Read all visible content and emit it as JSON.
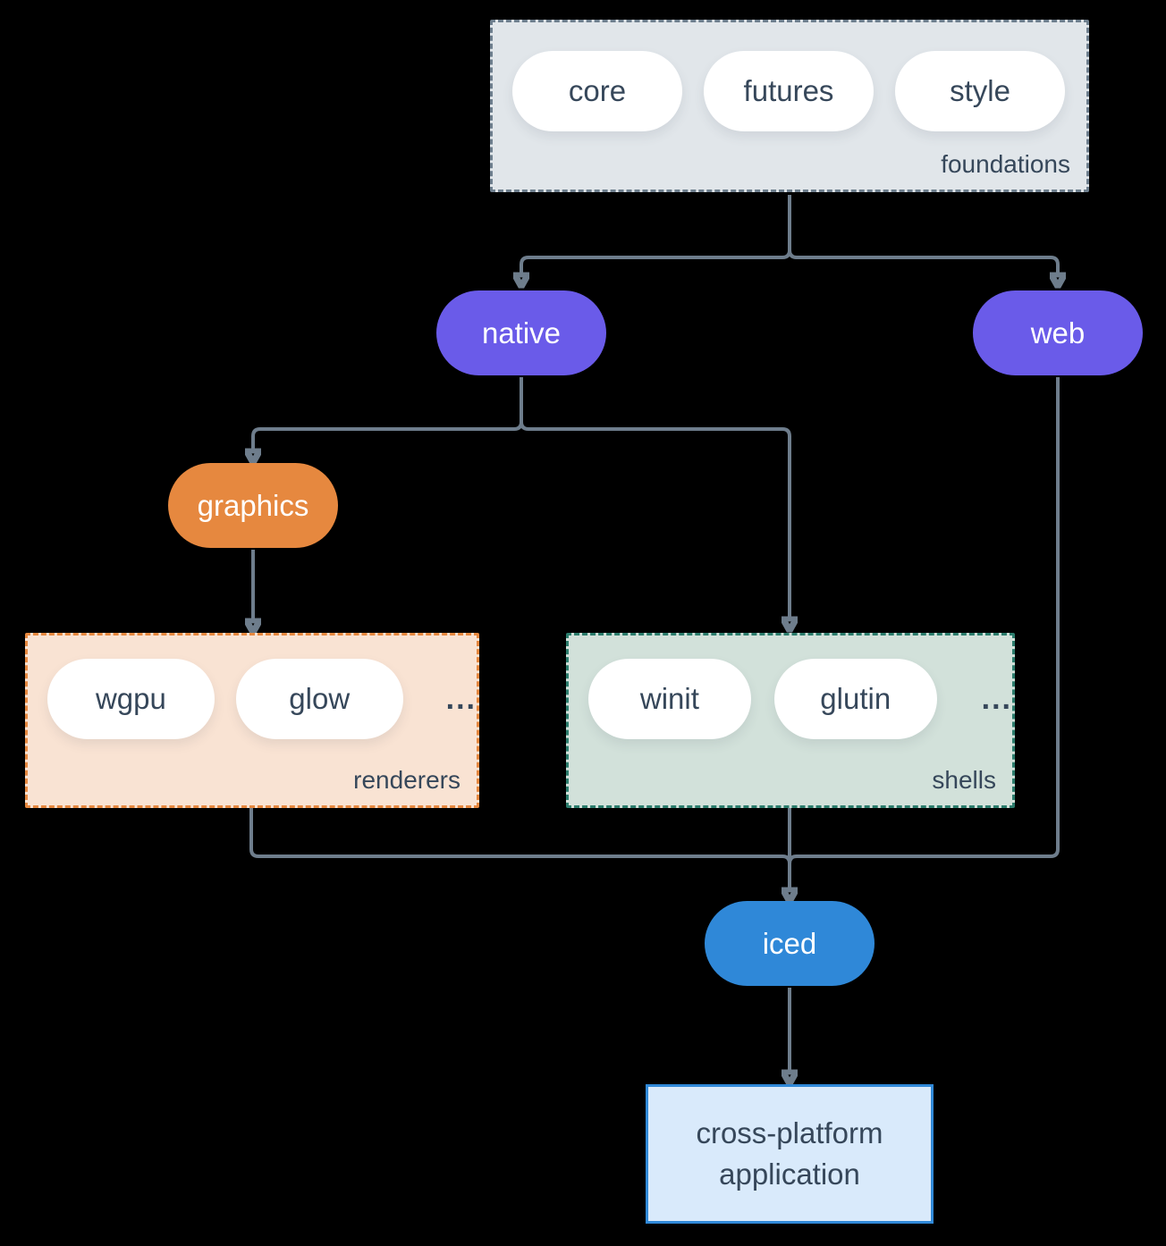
{
  "colors": {
    "background": "#000000",
    "connector": "#6e7d8c",
    "purple": "#6a5be9",
    "orange": "#e6883f",
    "blue": "#2f88d8",
    "foundations_fill": "#e1e6ea",
    "foundations_border": "#6e7f8e",
    "renderers_fill": "#f9e3d3",
    "renderers_border": "#e6883f",
    "shells_fill": "#d2e1da",
    "shells_border": "#2b7c6c",
    "app_fill": "#d9eafb",
    "app_border": "#3089d8",
    "text_dark": "#36475a",
    "text_light": "#ffffff"
  },
  "diagram": {
    "foundations": {
      "label": "foundations",
      "items": [
        {
          "label": "core"
        },
        {
          "label": "futures"
        },
        {
          "label": "style"
        }
      ]
    },
    "native": {
      "label": "native"
    },
    "web": {
      "label": "web"
    },
    "graphics": {
      "label": "graphics"
    },
    "renderers": {
      "label": "renderers",
      "items": [
        {
          "label": "wgpu"
        },
        {
          "label": "glow"
        }
      ],
      "more": "..."
    },
    "shells": {
      "label": "shells",
      "items": [
        {
          "label": "winit"
        },
        {
          "label": "glutin"
        }
      ],
      "more": "..."
    },
    "iced": {
      "label": "iced"
    },
    "application": {
      "label": "cross-platform application"
    }
  }
}
